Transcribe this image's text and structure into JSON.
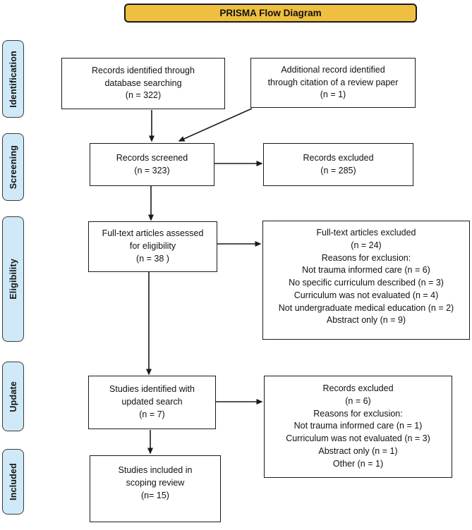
{
  "title": {
    "label": "PRISMA Flow Diagram"
  },
  "colors": {
    "banner_fill": "#efbf3f",
    "stage_fill": "#cfe9f8",
    "line_and_border": "#1a1a1a",
    "text": "#111111"
  },
  "stages": [
    {
      "label": "Identification"
    },
    {
      "label": "Screening"
    },
    {
      "label": "Eligibility"
    },
    {
      "label": "Update"
    },
    {
      "label": "Included"
    }
  ],
  "boxes": {
    "records_identified": {
      "lines": [
        "Records identified through",
        "database searching",
        "(n = 322)"
      ]
    },
    "additional_record": {
      "lines": [
        "Additional record identified",
        "through citation of a review paper",
        "(n = 1)"
      ]
    },
    "records_screened": {
      "lines": [
        "Records screened",
        "(n = 323)"
      ]
    },
    "records_excluded_screening": {
      "lines": [
        "Records excluded",
        "(n = 285)"
      ]
    },
    "fulltext_assessed": {
      "lines": [
        "Full-text articles assessed",
        "for eligibility",
        "(n = 38 )"
      ]
    },
    "fulltext_excluded": {
      "lines": [
        "Full-text articles excluded",
        "(n = 24)",
        "Reasons for exclusion:",
        "Not trauma informed care (n = 6)",
        "No specific curriculum described (n = 3)",
        "Curriculum was not evaluated (n = 4)",
        "Not undergraduate medical education (n = 2)",
        "Abstract only (n = 9)"
      ]
    },
    "updated_search": {
      "lines": [
        "Studies identified with",
        "updated search",
        "(n = 7)"
      ]
    },
    "records_excluded_update": {
      "lines": [
        "Records excluded",
        "(n = 6)",
        "Reasons for exclusion:",
        "Not trauma informed care (n = 1)",
        "Curriculum was not evaluated (n = 3)",
        "Abstract only (n = 1)",
        "Other (n = 1)"
      ]
    },
    "studies_included": {
      "lines": [
        "Studies included in",
        "scoping review",
        "(n= 15)"
      ]
    }
  }
}
